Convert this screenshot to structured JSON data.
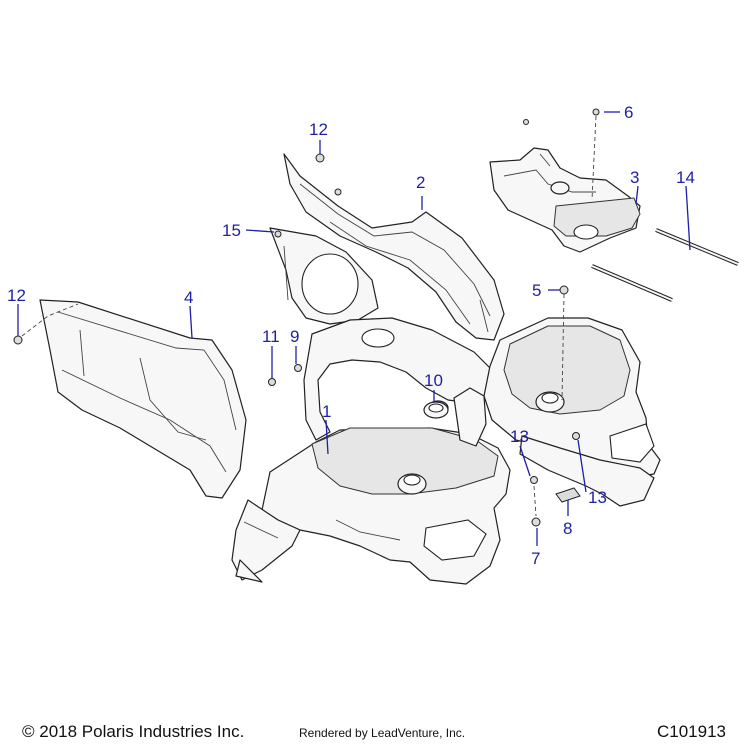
{
  "callouts": {
    "c1": "1",
    "c2": "2",
    "c3": "3",
    "c4": "4",
    "c5": "5",
    "c6": "6",
    "c7": "7",
    "c8": "8",
    "c9": "9",
    "c10": "10",
    "c11": "11",
    "c12a": "12",
    "c12b": "12",
    "c13a": "13",
    "c13b": "13",
    "c14": "14",
    "c15": "15"
  },
  "footer": {
    "copyright": "© 2018 Polaris Industries Inc.",
    "rendered_by": "Rendered by LeadVenture, Inc.",
    "figure_id": "C101913"
  },
  "colors": {
    "callout": "#1f1fa6",
    "line_art": "#222222",
    "background": "#ffffff"
  }
}
